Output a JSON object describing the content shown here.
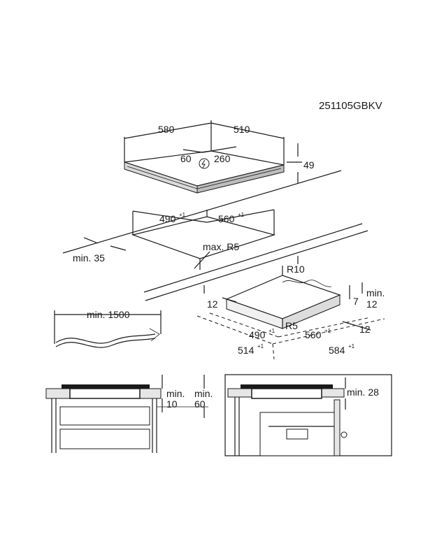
{
  "product_code": "251105GBKV",
  "hob": {
    "width": "580",
    "depth": "510",
    "conn_x": "60",
    "conn_y": "260",
    "height": "49"
  },
  "cutout": {
    "width": "490",
    "width_tol": "+1",
    "depth": "560",
    "depth_tol": "+1",
    "radius": "max. R5",
    "edge_min": "min. 35"
  },
  "cable": {
    "length": "min. 1500"
  },
  "frame": {
    "r10": "R10",
    "r5": "R5",
    "left": "12",
    "min_label": "min.",
    "min_value": "12",
    "height": "7",
    "right": "12",
    "inner_w": "490",
    "inner_w_tol": "+1",
    "inner_d": "560",
    "inner_d_tol": "+1",
    "outer_w": "514",
    "outer_w_tol": "+1",
    "outer_d": "584",
    "outer_d_tol": "+1"
  },
  "section_left": {
    "min_a_label": "min.",
    "min_a_value": "10",
    "min_b_label": "min.",
    "min_b_value": "60"
  },
  "section_right": {
    "min_label": "min. 28"
  }
}
